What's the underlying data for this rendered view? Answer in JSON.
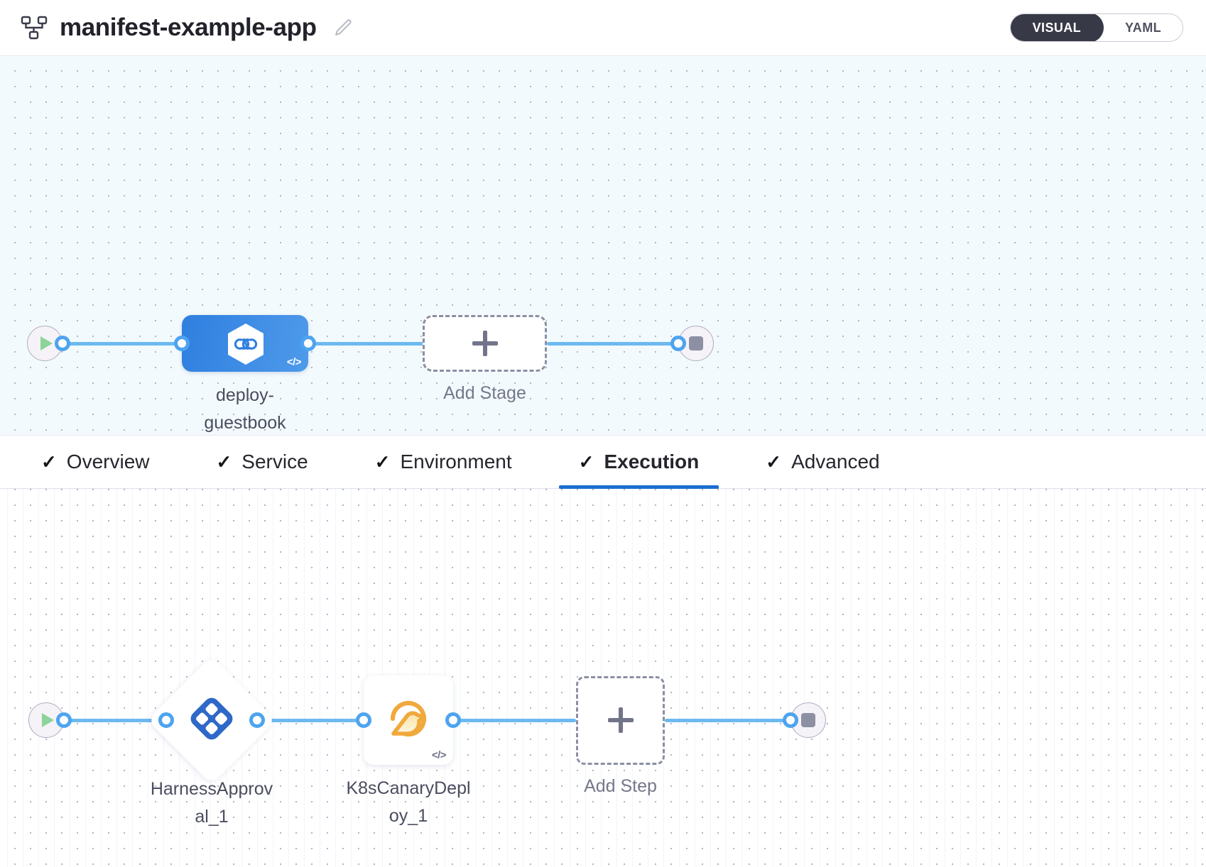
{
  "header": {
    "pipeline_icon": "pipeline-hierarchy-icon",
    "title": "manifest-example-app",
    "edit_icon": "pencil-edit-icon",
    "mode_toggle": {
      "active": "VISUAL",
      "options": [
        "VISUAL",
        "YAML"
      ],
      "visual_label": "VISUAL",
      "yaml_label": "YAML"
    }
  },
  "stage_canvas": {
    "start_node": {
      "icon": "play-icon",
      "label": ""
    },
    "stage": {
      "name": "deploy-\nguestbook",
      "icon": "harness-deploy-hexagon-icon",
      "code_badge": "</>"
    },
    "add_stage": {
      "label": "Add Stage",
      "icon": "plus-icon"
    },
    "end_node": {
      "icon": "stop-icon"
    }
  },
  "tabs": [
    {
      "label": "Overview",
      "check": "✓",
      "active": false
    },
    {
      "label": "Service",
      "check": "✓",
      "active": false
    },
    {
      "label": "Environment",
      "check": "✓",
      "active": false
    },
    {
      "label": "Execution",
      "check": "✓",
      "active": true
    },
    {
      "label": "Advanced",
      "check": "✓",
      "active": false
    }
  ],
  "execution_canvas": {
    "start_node": {
      "icon": "play-icon"
    },
    "steps": [
      {
        "name": "HarnessApprov\nal_1",
        "icon": "harness-approval-diamond-icon",
        "shape": "diamond",
        "code_badge": ""
      },
      {
        "name": "K8sCanaryDepl\noy_1",
        "icon": "canary-bird-icon",
        "shape": "square",
        "code_badge": "</>"
      }
    ],
    "add_step": {
      "label": "Add Step",
      "icon": "plus-icon"
    },
    "end_node": {
      "icon": "stop-icon"
    }
  },
  "colors": {
    "accent_blue": "#4da4ef",
    "stage_blue": "#2f7fe0",
    "active_tab": "#1b6ed0",
    "canary_orange": "#f0a93c",
    "approval_blue": "#2e68c8",
    "play_green": "#8cd49a",
    "stop_gray": "#8d90a3",
    "toggle_dark": "#383946"
  }
}
